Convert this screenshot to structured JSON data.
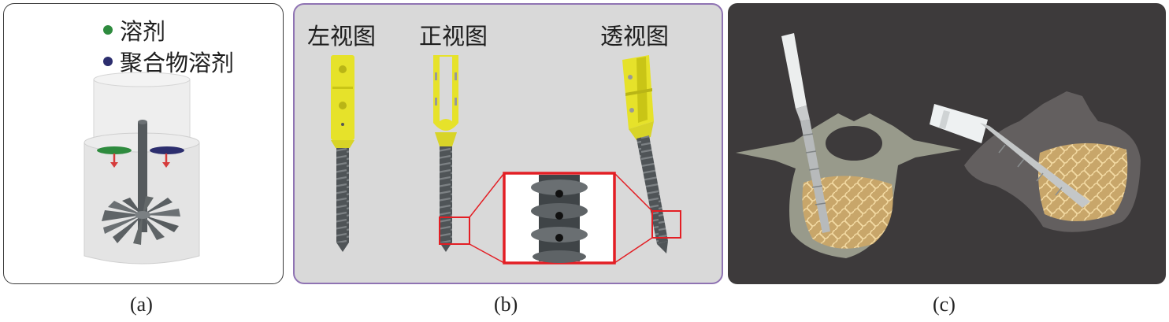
{
  "panel_a": {
    "legend": [
      {
        "label": "溶剂",
        "color": "#2e8b3e"
      },
      {
        "label": "聚合物溶剂",
        "color": "#2c2e6e"
      }
    ],
    "caption": "(a)"
  },
  "panel_b": {
    "views": [
      "左视图",
      "正视图",
      "透视图"
    ],
    "caption": "(b)"
  },
  "panel_c": {
    "caption": "(c)"
  },
  "colors": {
    "screw_yellow": "#e6e22a",
    "screw_gray": "#4f5457",
    "zoom_red": "#e31e24",
    "bone": "#a8ac9a",
    "trabecular": "#e7c68a",
    "panel_b_border": "#8f73b3"
  }
}
